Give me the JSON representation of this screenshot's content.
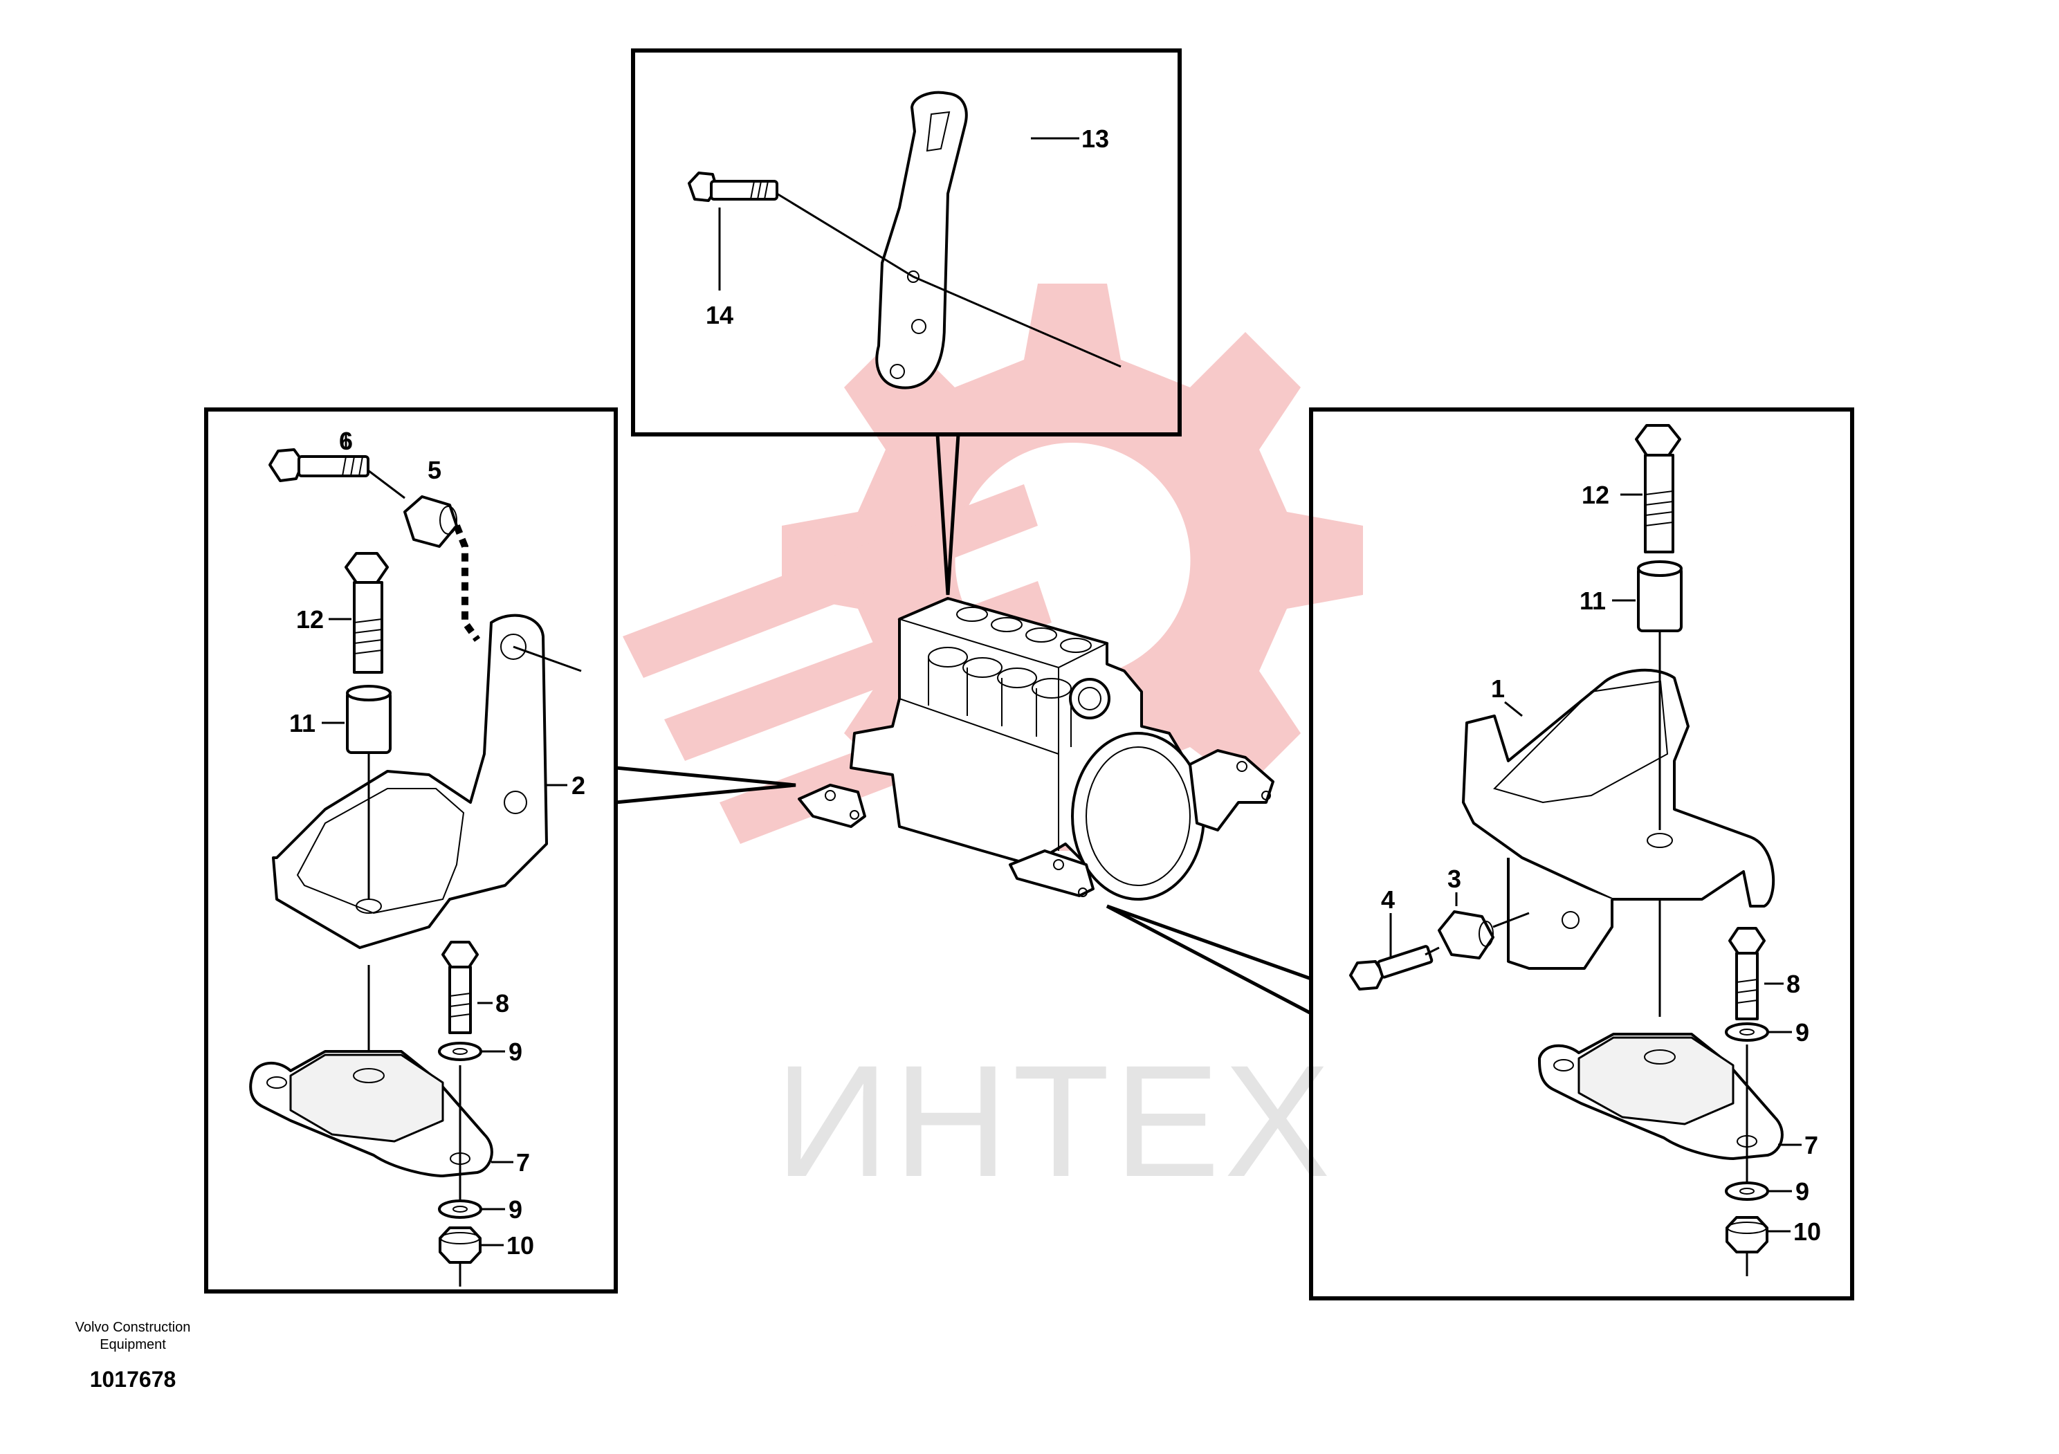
{
  "watermark": {
    "text": "ИНТЕХ",
    "gear_color": "#f7c9c9",
    "text_color": "#e4e4e4"
  },
  "footer": {
    "company_line1": "Volvo Construction",
    "company_line2": "Equipment",
    "drawing_number": "1017678"
  },
  "callouts": {
    "top": {
      "bracket": "13",
      "bolt": "14"
    },
    "left": {
      "bolt_horizontal": "6",
      "spacer_horizontal": "5",
      "bolt_vertical": "12",
      "spacer_vertical": "11",
      "bracket": "2",
      "bolt_small": "8",
      "washer_upper": "9",
      "mount": "7",
      "washer_lower": "9",
      "nut": "10"
    },
    "right": {
      "bolt_vertical": "12",
      "spacer_vertical": "11",
      "bracket": "1",
      "spacer_horizontal": "3",
      "bolt_horizontal": "4",
      "bolt_small": "8",
      "washer_upper": "9",
      "mount": "7",
      "washer_lower": "9",
      "nut": "10"
    }
  }
}
